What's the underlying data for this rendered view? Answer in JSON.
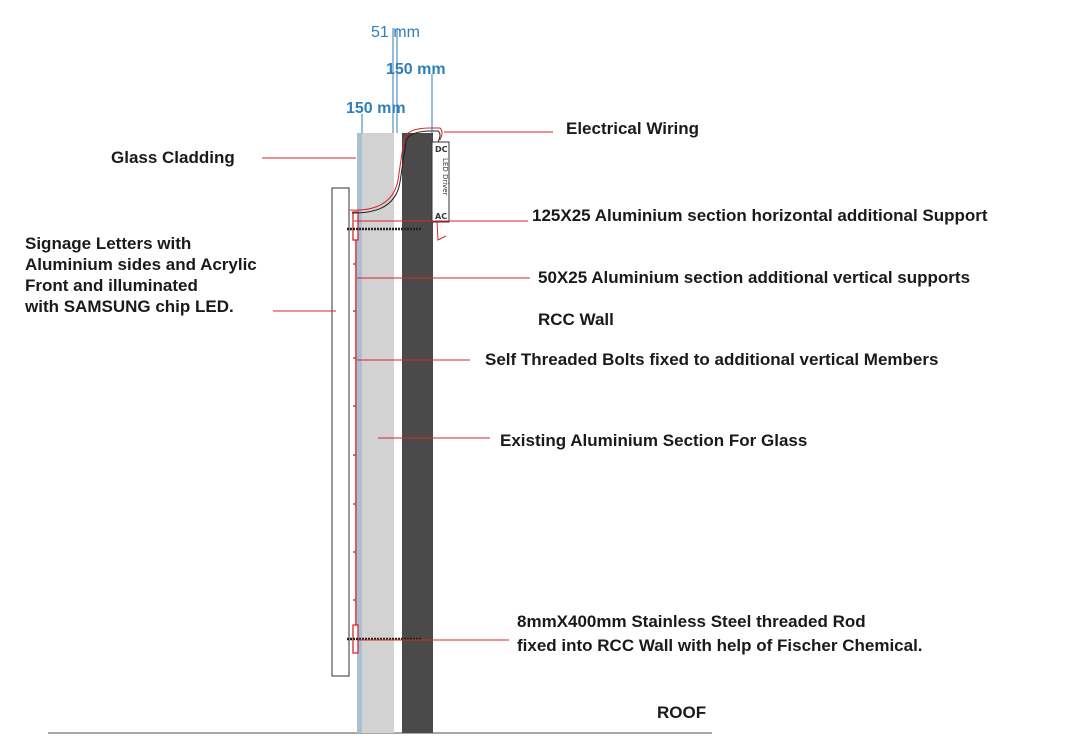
{
  "dimensions": {
    "d51": "51 mm",
    "d150_right": "150 mm",
    "d150_left": "150 mm"
  },
  "labels": {
    "glass_cladding": "Glass Cladding",
    "signage_line1": "Signage Letters with",
    "signage_line2": "Aluminium sides and Acrylic",
    "signage_line3": "Front and illuminated",
    "signage_line4": "with SAMSUNG chip LED.",
    "electrical_wiring": "Electrical Wiring",
    "horizontal_support": "125X25 Aluminium section horizontal additional Support",
    "vertical_supports": "50X25 Aluminium section additional vertical supports",
    "rcc_wall": "RCC Wall",
    "self_threaded_bolts": "Self Threaded Bolts fixed to additional vertical Members",
    "existing_section": "Existing Aluminium Section For Glass",
    "rod_line1": "8mmX400mm Stainless Steel threaded Rod",
    "rod_line2": "fixed into RCC Wall with help of Fischer Chemical.",
    "roof": "ROOF"
  },
  "led_driver": {
    "dc": "DC",
    "title": "LED Driver",
    "ac": "AC"
  },
  "colors": {
    "leader": "#d9252b",
    "dimension": "#2f7fb8",
    "rcc": "#4a4a4a",
    "aluminium": "#d2d2d2",
    "glass": "#a9c0d2"
  }
}
